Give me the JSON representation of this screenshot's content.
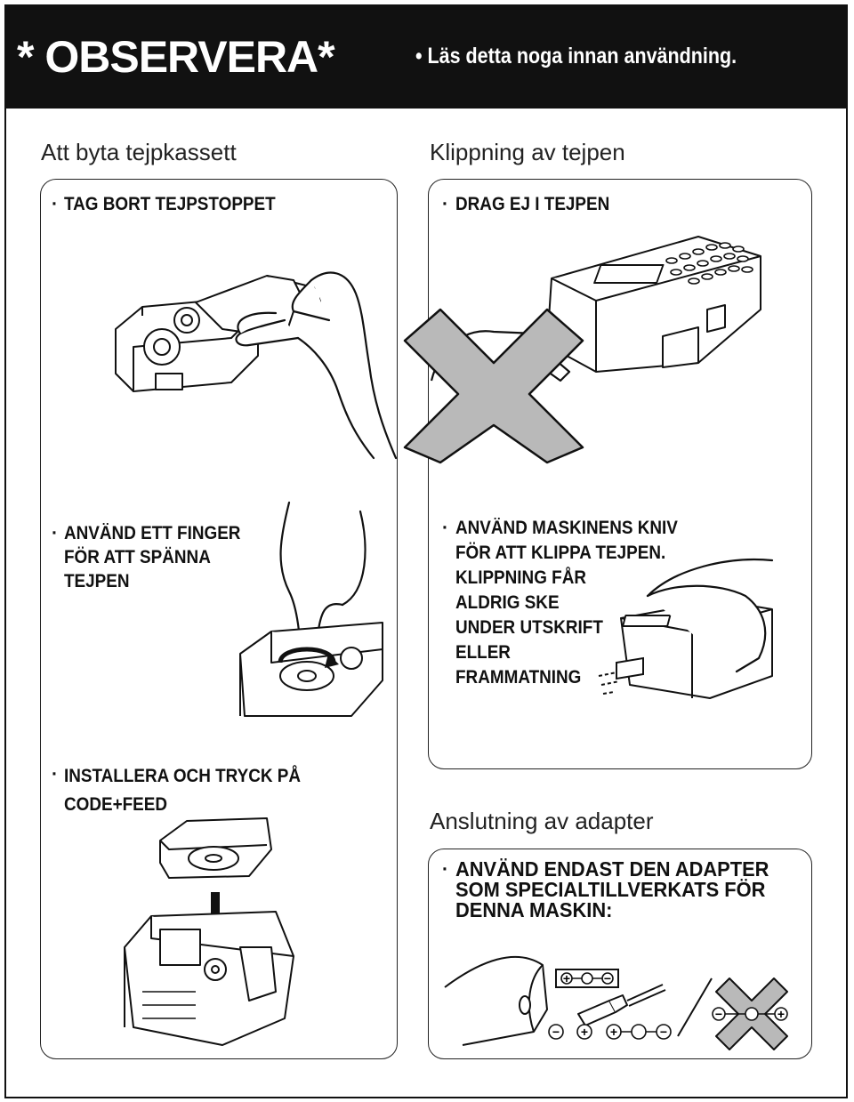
{
  "header": {
    "title": "* OBSERVERA*",
    "note": "• Läs detta noga innan användning."
  },
  "sections": {
    "tape_change": "Att byta tejpkassett",
    "tape_cut": "Klippning av tejpen",
    "adapter": "Anslutning av adapter"
  },
  "instructions": {
    "remove_stopper": [
      "TAG BORT TEJPSTOPPET"
    ],
    "no_pull": [
      "DRAG EJ I TEJPEN"
    ],
    "finger": [
      "ANVÄND ETT FINGER",
      "FÖR ATT SPÄNNA",
      "TEJPEN"
    ],
    "cutter": [
      "ANVÄND MASKINENS KNIV",
      "FÖR ATT KLIPPA TEJPEN.",
      "KLIPPNING FÅR",
      "ALDRIG SKE",
      "UNDER UTSKRIFT",
      "ELLER",
      "FRAMMATNING"
    ],
    "install": [
      "INSTALLERA OCH TRYCK PÅ",
      "CODE+FEED"
    ],
    "adapter": [
      "ANVÄND ENDAST DEN ADAPTER",
      "SOM  SPECIALTILLVERKATS FÖR",
      "DENNA MASKIN:"
    ]
  },
  "bullet": "·",
  "polarity": {
    "plus": "+",
    "minus": "−"
  },
  "colors": {
    "cross": "#b9b9b9",
    "ink": "#111111"
  },
  "icons": [
    "tape-cassette",
    "hand",
    "cross-mark",
    "label-printer",
    "arrow-down",
    "adapter-plug",
    "polarity-symbol"
  ]
}
